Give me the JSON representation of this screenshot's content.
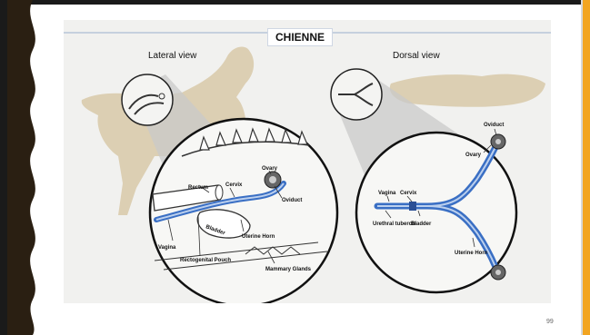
{
  "slide": {
    "title": "CHIENNE",
    "page_number": "99"
  },
  "figure": {
    "left_panel": {
      "heading": "Lateral view",
      "labels": {
        "rectum": "Rectum",
        "cervix": "Cervix",
        "ovary": "Ovary",
        "oviduct": "Oviduct",
        "bladder": "Bladder",
        "uterine_horn": "Uterine Horn",
        "vagina": "Vagina",
        "rectogenital_pouch": "Rectogenital Pouch",
        "mammary_glands": "Mammary Glands"
      }
    },
    "right_panel": {
      "heading": "Dorsal view",
      "labels": {
        "oviduct": "Oviduct",
        "ovary": "Ovary",
        "vagina": "Vagina",
        "cervix": "Cervix",
        "urethral_tubercle": "Urethral tubercle",
        "bladder": "Bladder",
        "uterine_horn": "Uterine Horn"
      }
    }
  },
  "colors": {
    "frame": "#1a1a1a",
    "accent": "#f2a521",
    "dog_silhouette": "#d8c9a8",
    "uterus_blue": "#3a6fc4"
  }
}
